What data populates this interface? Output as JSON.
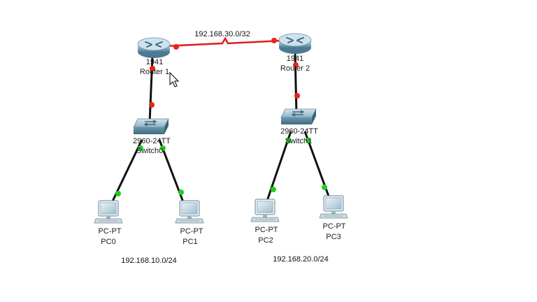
{
  "colors": {
    "serial_link": "#e01b1b",
    "ethernet_link": "#111111",
    "port_down": "#e8241a",
    "port_up": "#22cc22",
    "router_body": "#8fb4c6",
    "switch_body": "#7ea8bd"
  },
  "links": {
    "serial_network": "192.168.30.0/32"
  },
  "devices": {
    "router1": {
      "model": "1941",
      "name": "Router 1",
      "icon": "router-icon"
    },
    "router2": {
      "model": "1941",
      "name": "Router 2",
      "icon": "router-icon"
    },
    "switch0": {
      "model": "2960-24TT",
      "name": "Switch0",
      "icon": "switch-icon"
    },
    "switch1": {
      "model": "2960-24TT",
      "name": "Switch1",
      "icon": "switch-icon"
    },
    "pc0": {
      "model": "PC-PT",
      "name": "PC0",
      "icon": "pc-icon"
    },
    "pc1": {
      "model": "PC-PT",
      "name": "PC1",
      "icon": "pc-icon"
    },
    "pc2": {
      "model": "PC-PT",
      "name": "PC2",
      "icon": "pc-icon"
    },
    "pc3": {
      "model": "PC-PT",
      "name": "PC3",
      "icon": "pc-icon"
    }
  },
  "networks": {
    "lan_left": "192.168.10.0/24",
    "lan_right": "192.168.20.0/24"
  }
}
